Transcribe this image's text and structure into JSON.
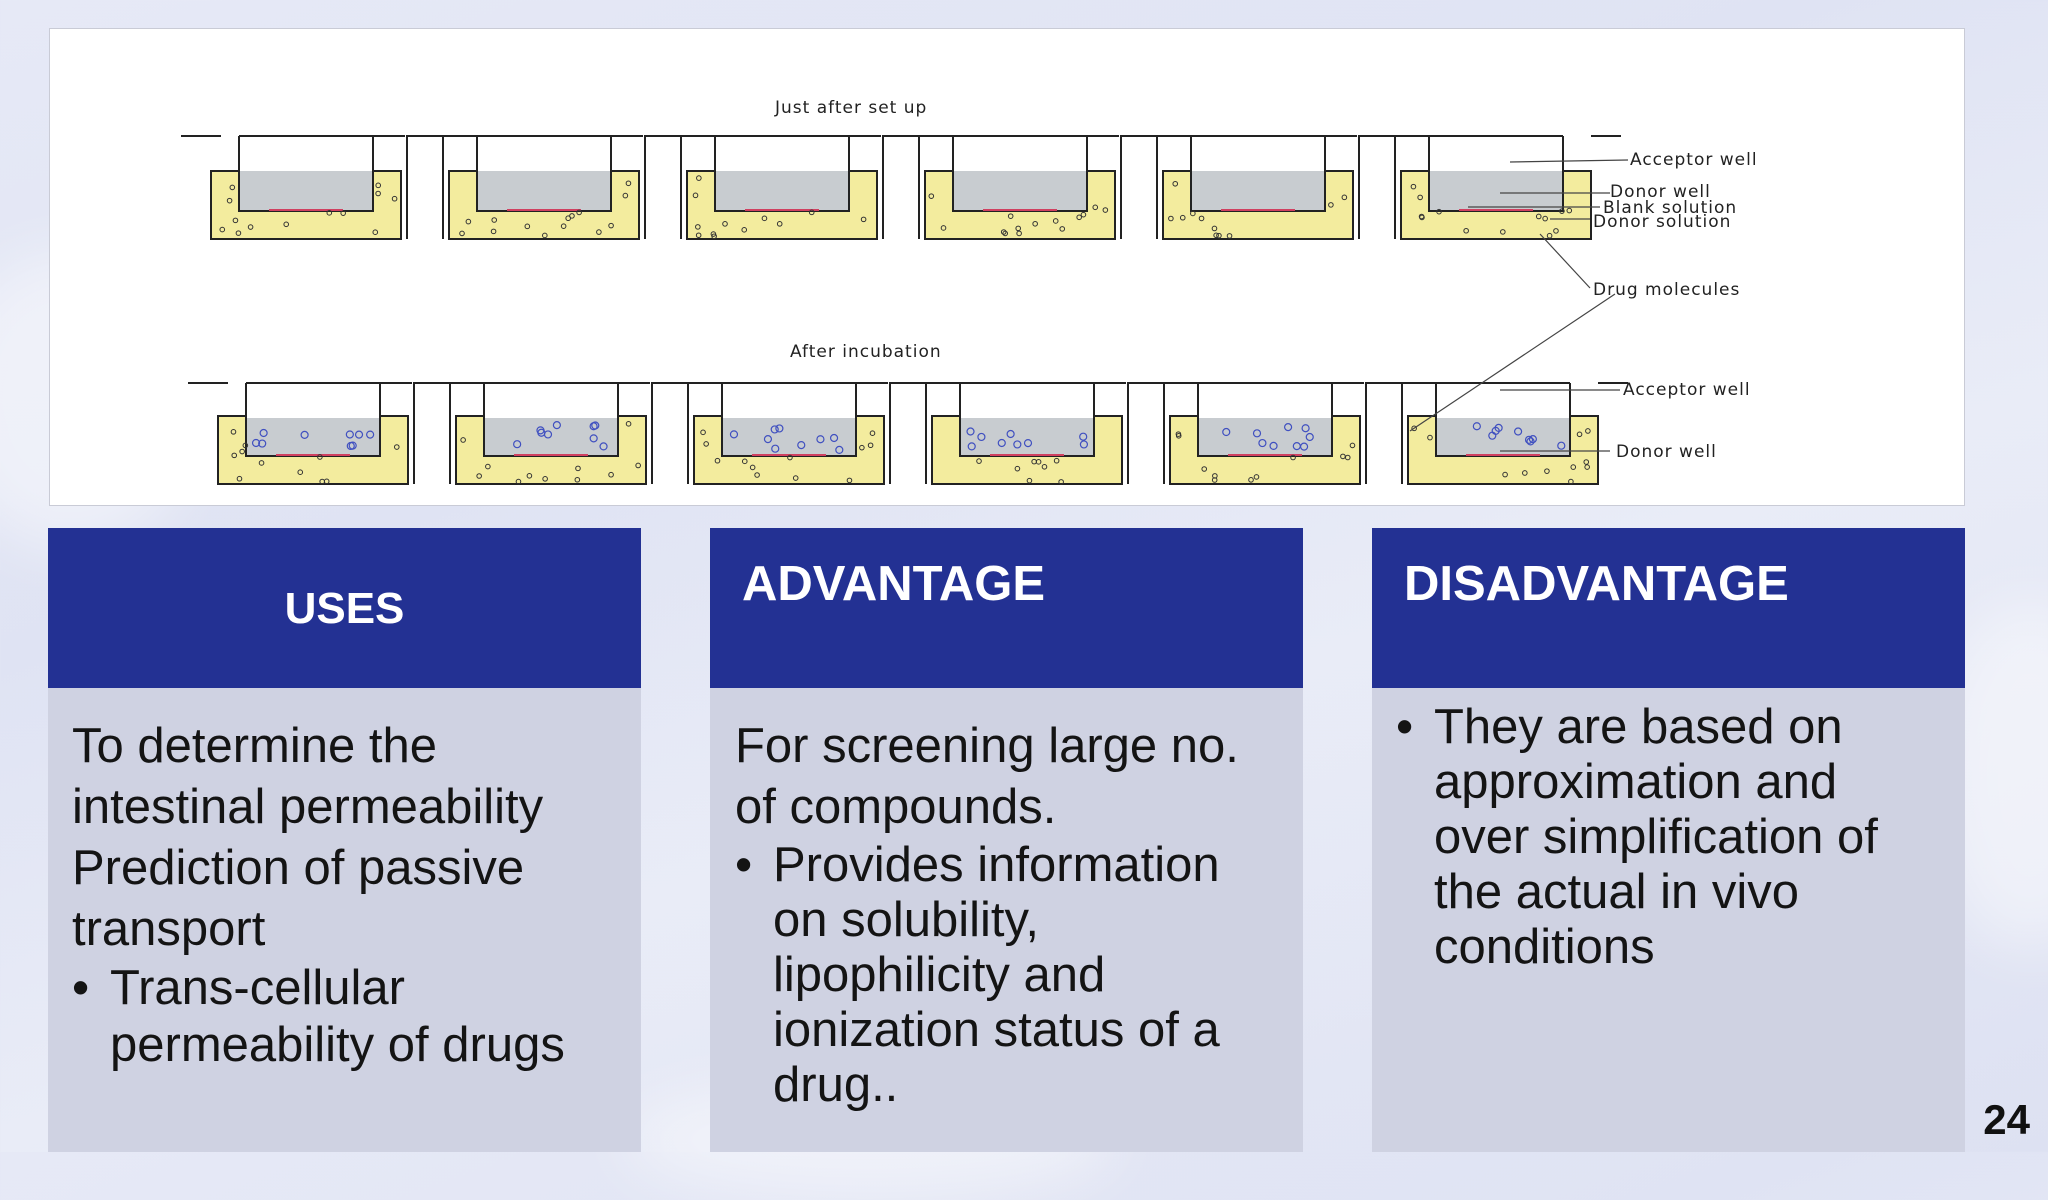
{
  "diagram": {
    "top_caption": "Just after set up",
    "bottom_caption": "After incubation",
    "labels": {
      "acceptor_top": "Acceptor well",
      "donor_top": "Donor well",
      "blank": "Blank solution",
      "donor_solution": "Donor solution",
      "drug": "Drug molecules",
      "acceptor_bottom": "Acceptor well",
      "donor_bottom": "Donor well"
    }
  },
  "columns": {
    "uses": {
      "title": "USES",
      "lines": [
        "To determine the",
        "intestinal permeability",
        "Prediction of passive",
        "transport"
      ],
      "bullet": "Trans-cellular permeability of drugs"
    },
    "advantage": {
      "title": "ADVANTAGE",
      "text": "For screening large no. of compounds.",
      "bullet": "Provides information on solubility, lipophilicity and ionization status of a drug.."
    },
    "disadvantage": {
      "title": "DISADVANTAGE",
      "bullet": "They are based on approximation and over simplification of the actual in vivo conditions"
    }
  },
  "bullet_char": "•",
  "slide_number": "24",
  "colors": {
    "header": "#233193",
    "body": "#cfd2e2",
    "donor_fill": "#f3ec9e",
    "acceptor_fill": "#c8ccd0"
  }
}
